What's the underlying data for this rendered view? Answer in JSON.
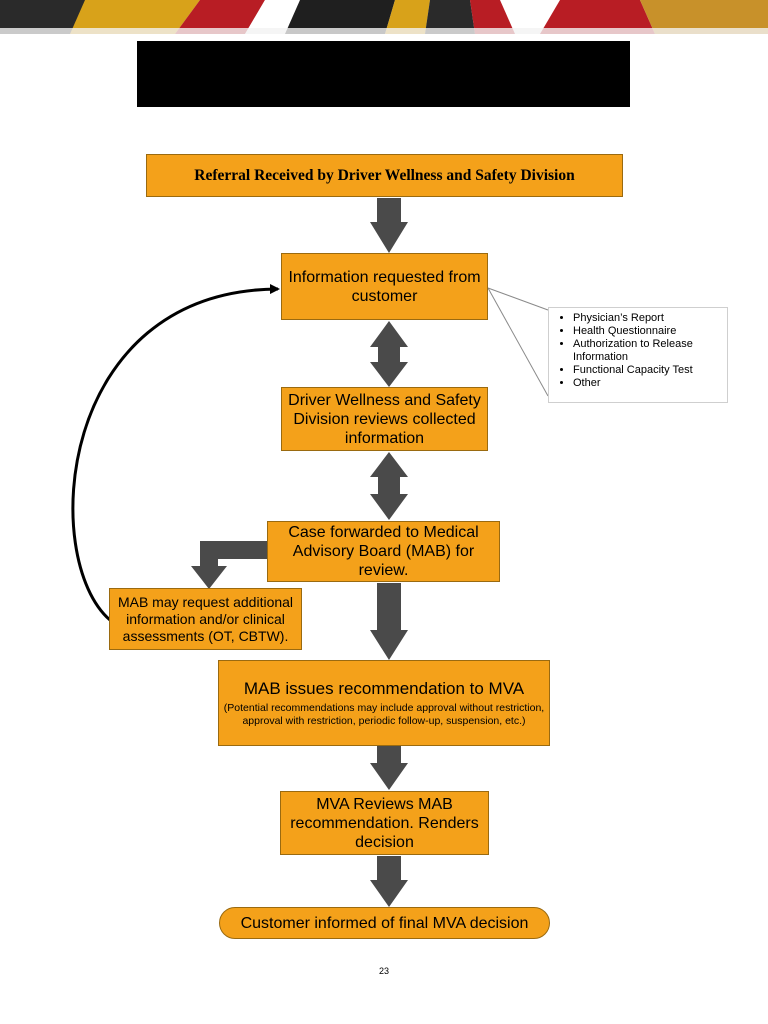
{
  "flowchart": {
    "referral": "Referral Received by Driver Wellness and Safety Division",
    "info_request": "Information requested from customer",
    "dws_review": "Driver Wellness and Safety Division reviews collected information",
    "case_forward": "Case forwarded to Medical Advisory Board (MAB) for review.",
    "mab_request": "MAB may request additional information and/or clinical assessments (OT, CBTW).",
    "mab_recommendation": {
      "title": "MAB issues recommendation to MVA",
      "detail": "(Potential recommendations may include approval without restriction, approval with restriction, periodic follow-up, suspension, etc.)"
    },
    "mva_review": "MVA Reviews MAB recommendation. Renders decision",
    "final": "Customer informed of final MVA decision",
    "documents": [
      "Physician’s Report",
      "Health Questionnaire",
      "Authorization to Release Information",
      "Functional Capacity Test",
      "Other"
    ]
  },
  "page_number": "23",
  "colors": {
    "box_fill": "#f4a11a",
    "arrow_fill": "#4a4a4a",
    "title_bar": "#000000"
  }
}
